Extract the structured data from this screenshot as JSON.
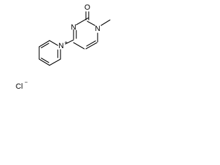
{
  "molecule": {
    "atoms": {
      "oxygen": "O",
      "n_methyl": "N",
      "n_ring": "N",
      "n_pyridinium": "N",
      "chlorine": "Cl"
    },
    "charges": {
      "pyridinium": "+",
      "chloride": "−"
    }
  }
}
